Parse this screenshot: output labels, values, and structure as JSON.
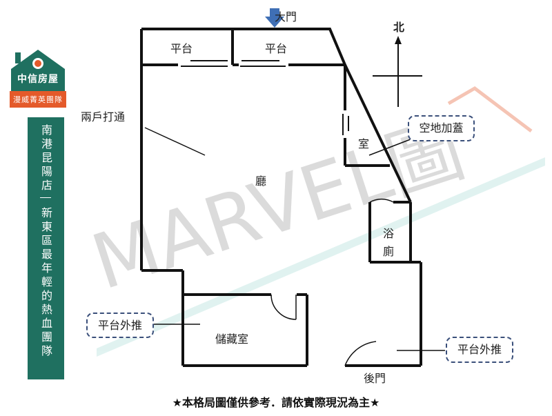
{
  "logo": {
    "name": "中信房屋",
    "team": "漫威菁英團隊"
  },
  "side_banner": {
    "store": "南港昆陽店",
    "slogan": "新東區最年輕的熱血團隊"
  },
  "compass": {
    "north": "北"
  },
  "rooms": {
    "main_door": "大門",
    "balcony_left": "平台",
    "balcony_right": "平台",
    "merged": "兩戶打通",
    "hall": "廳",
    "bedroom": "室",
    "bath_1": "浴",
    "bath_2": "廁",
    "storage": "儲藏室",
    "back_door": "後門"
  },
  "callouts": {
    "vacant_addon": "空地加蓋",
    "platform_left": "平台外推",
    "platform_right": "平台外推"
  },
  "watermark": "MARVEL圖",
  "disclaimer": "★本格局圖僅供參考．請依實際現況為主★",
  "colors": {
    "brand_green": "#1f7060",
    "brand_orange": "#e45a2a",
    "arrow_blue": "#3f6fb5",
    "callout_border": "#3a4f7a"
  }
}
